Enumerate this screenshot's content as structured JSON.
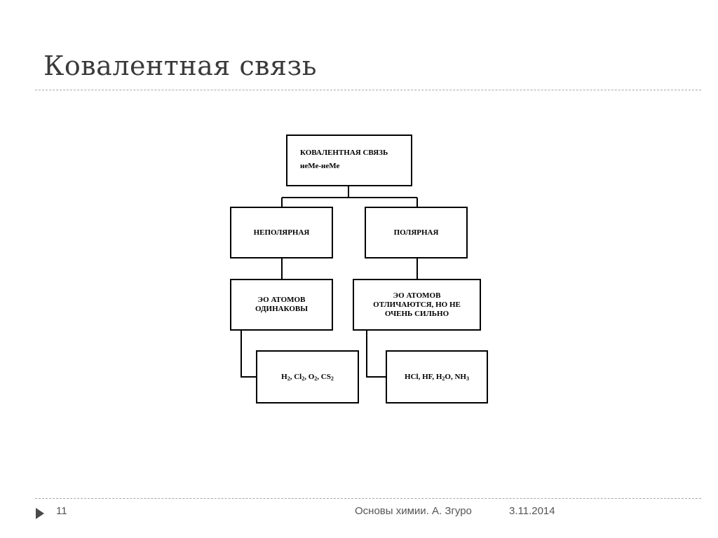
{
  "slide": {
    "title": "Ковалентная связь",
    "page_number": "11",
    "footer_text": "Основы химии. А. Згуро",
    "footer_date": "3.11.2014"
  },
  "diagram": {
    "root": {
      "line1": "КОВАЛЕНТНАЯ СВЯЗЬ",
      "line2": "неМе-неМе"
    },
    "nonpolar": "НЕПОЛЯРНАЯ",
    "polar": "ПОЛЯРНАЯ",
    "eo_same": {
      "line1": "ЭО АТОМОВ",
      "line2": "ОДИНАКОВЫ"
    },
    "eo_diff": {
      "line1": "ЭО АТОМОВ",
      "line2": "ОТЛИЧАЮТСЯ, НО НЕ",
      "line3": "ОЧЕНЬ СИЛЬНО"
    },
    "examples_nonpolar": [
      {
        "base": "H",
        "sub": "2",
        "sep": ", "
      },
      {
        "base": "Cl",
        "sub": "2",
        "sep": ", "
      },
      {
        "base": "O",
        "sub": "2",
        "sep": ", "
      },
      {
        "base": "CS",
        "sub": "2",
        "sep": ""
      }
    ],
    "examples_polar": [
      {
        "base": "HCl",
        "sub": "",
        "sep": ", "
      },
      {
        "base": "HF",
        "sub": "",
        "sep": ", "
      },
      {
        "base": "H",
        "sub": "2",
        "sep": ""
      },
      {
        "base": "O",
        "sub": "",
        "sep": ", "
      },
      {
        "base": "NH",
        "sub": "3",
        "sep": ""
      }
    ]
  },
  "colors": {
    "title": "#3b3b3b",
    "rule": "#a8a8a8",
    "footer": "#555555",
    "arrow": "#4a4a4a"
  }
}
